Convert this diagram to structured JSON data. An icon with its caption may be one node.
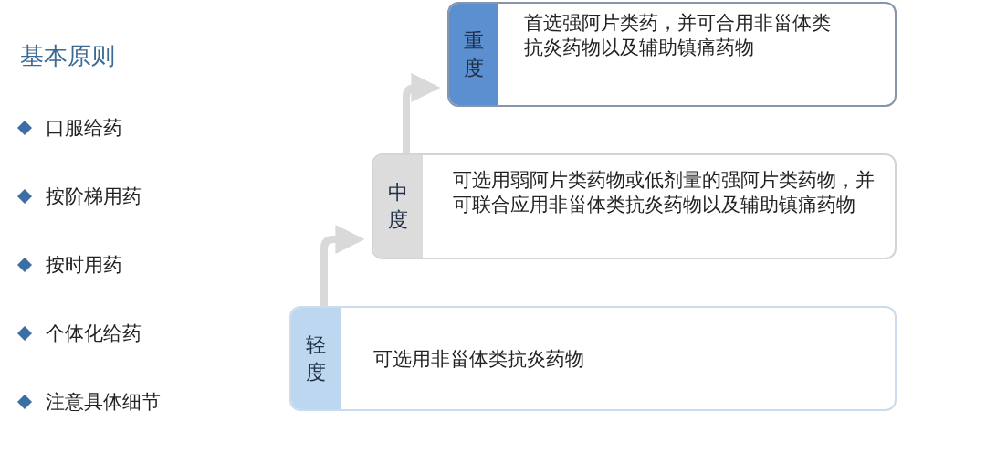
{
  "diagram": {
    "title": "基本原则",
    "nodes": [
      {
        "text": [
          "重度",
          "首选强阿片类药，并可合用非甾体类抗炎药物以及辅助镇痛药物"
        ]
      },
      {
        "text": [
          "中度",
          "可选用弱阿片类药物或低剂量的强阿片类药物，并可联合应用非甾体类抗炎药物以及辅助镇痛药物"
        ]
      },
      {
        "text": [
          "轻度",
          "可选用非甾体类抗炎药物"
        ]
      }
    ],
    "edges": [
      {
        "from": 2,
        "to": 1,
        "arrow": "to"
      },
      {
        "from": 1,
        "to": 0,
        "arrow": "to"
      }
    ],
    "labels": [
      "口服给药",
      "按阶梯用药",
      "按时用药",
      "个体化给药",
      "注意具体细节"
    ]
  }
}
